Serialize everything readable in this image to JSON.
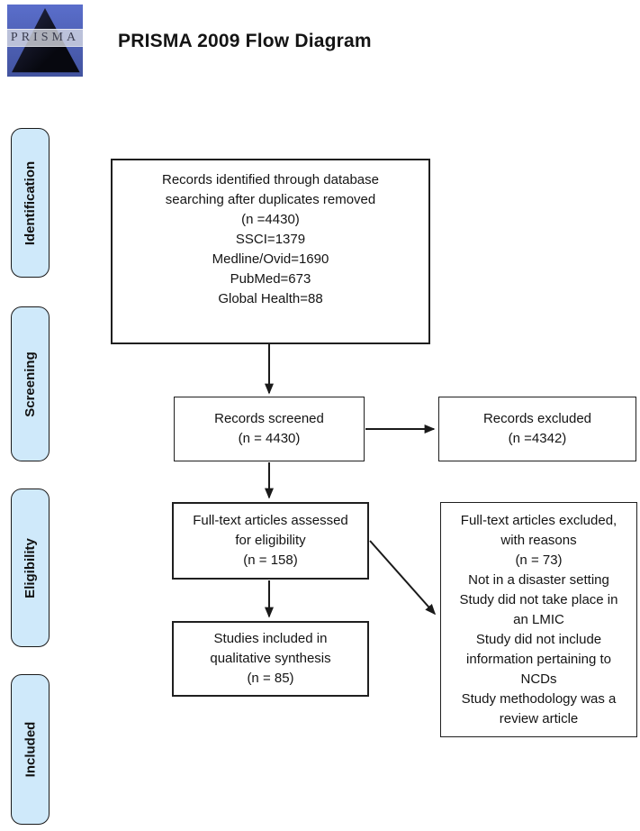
{
  "header": {
    "title": "PRISMA 2009 Flow Diagram",
    "logo_text": "PRISMA"
  },
  "colors": {
    "stage_fill": "#cfe9fa",
    "stage_border": "#1a1a1a",
    "box_border": "#1f1f1f",
    "arrow": "#1a1a1a",
    "logo_blue": "#4a5cb8",
    "logo_triangle": "#0a0b16",
    "logo_band": "#dadce4"
  },
  "stages": [
    {
      "label": "Identification"
    },
    {
      "label": "Screening"
    },
    {
      "label": "Eligibility"
    },
    {
      "label": "Included"
    }
  ],
  "boxes": {
    "identified": "Records identified through database\nsearching after duplicates removed\n(n =4430)\nSSCI=1379\nMedline/Ovid=1690\nPubMed=673\nGlobal Health=88",
    "screened": "Records screened\n(n = 4430)",
    "records_excluded": "Records excluded\n(n =4342)",
    "fulltext_assessed": "Full-text articles assessed\nfor eligibility\n(n = 158)",
    "fulltext_excluded": "Full-text articles excluded,\nwith reasons\n(n = 73)\nNot in a disaster setting\nStudy did not take place in\nan LMIC\nStudy did not include\ninformation pertaining to\nNCDs\nStudy methodology was a\nreview article",
    "included": "Studies included in\nqualitative synthesis\n(n = 85)"
  }
}
